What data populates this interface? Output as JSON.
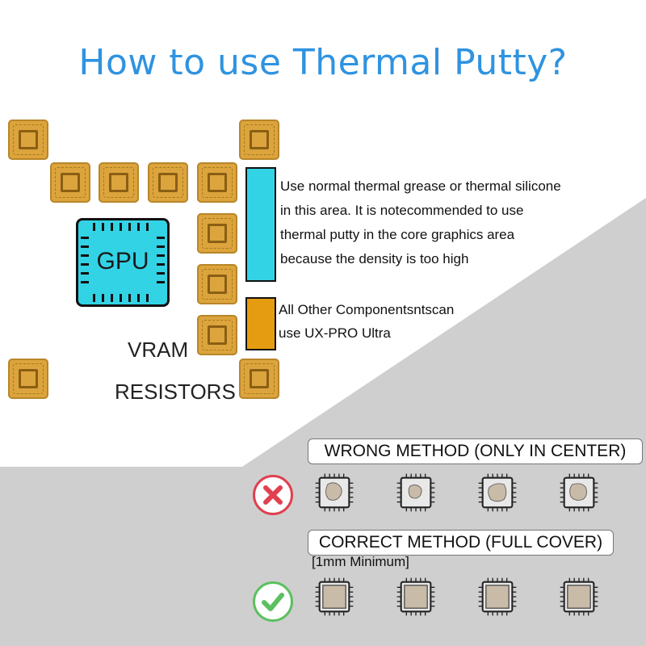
{
  "title": "How to use Thermal Putty?",
  "diagram": {
    "gpu_label": "GPU",
    "vram_label": "VRAM",
    "resistors_label": "RESISTORS"
  },
  "notes": {
    "core_area_lines": [
      "Use normal thermal grease or thermal silicone",
      "in this area. It is notecommended to use",
      "thermal putty in the core graphics area",
      "because the density is too high"
    ],
    "other_components_lines": [
      "All Other Componentsntscan",
      "use UX-PRO Ultra"
    ],
    "core_color": "#33d3e6",
    "putty_color": "#e69c10"
  },
  "methods": {
    "wrong_label": "WRONG METHOD (ONLY IN CENTER)",
    "correct_label": "CORRECT METHOD (FULL COVER)",
    "minimum_note": "[1mm Minimum]",
    "wrong_icon": "x-icon",
    "correct_icon": "check-icon",
    "wrong_color": "#e04050",
    "correct_color": "#5cc060"
  }
}
